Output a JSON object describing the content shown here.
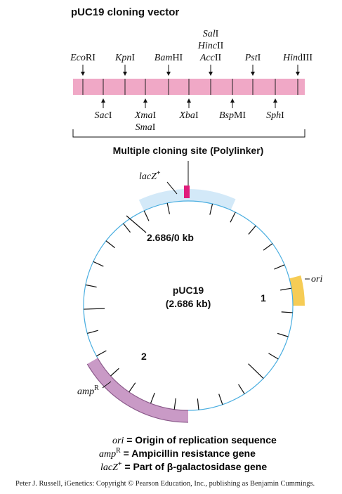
{
  "title": "pUC19 cloning vector",
  "polylinker": {
    "caption": "Multiple cloning site (Polylinker)",
    "sites_above": [
      {
        "label": [
          {
            "t": "Eco",
            "i": true
          },
          {
            "t": "RI",
            "i": false
          }
        ]
      },
      {
        "label": [
          {
            "t": "Kpn",
            "i": true
          },
          {
            "t": "I",
            "i": false
          }
        ]
      },
      {
        "label": [
          {
            "t": "Bam",
            "i": true
          },
          {
            "t": "HI",
            "i": false
          }
        ]
      },
      {
        "stack": [
          [
            {
              "t": "Sal",
              "i": true
            },
            {
              "t": "I",
              "i": false
            }
          ],
          [
            {
              "t": "Hinc",
              "i": true
            },
            {
              "t": "II",
              "i": false
            }
          ],
          [
            {
              "t": "Acc",
              "i": true
            },
            {
              "t": "II",
              "i": false
            }
          ]
        ]
      },
      {
        "label": [
          {
            "t": "Pst",
            "i": true
          },
          {
            "t": "I",
            "i": false
          }
        ]
      },
      {
        "label": [
          {
            "t": "Hin",
            "i": true
          },
          {
            "t": "dIII",
            "i": false
          }
        ]
      }
    ],
    "sites_below": [
      {
        "label": [
          {
            "t": "Sac",
            "i": true
          },
          {
            "t": "I",
            "i": false
          }
        ]
      },
      {
        "stack": [
          [
            {
              "t": "Xma",
              "i": true
            },
            {
              "t": "I",
              "i": false
            }
          ],
          [
            {
              "t": "Sma",
              "i": true
            },
            {
              "t": "I",
              "i": false
            }
          ]
        ]
      },
      {
        "label": [
          {
            "t": "Xba",
            "i": true
          },
          {
            "t": "I",
            "i": false
          }
        ]
      },
      {
        "label": [
          {
            "t": "Bsp",
            "i": true
          },
          {
            "t": "MI",
            "i": false
          }
        ]
      },
      {
        "label": [
          {
            "t": "Sph",
            "i": true
          },
          {
            "t": "I",
            "i": false
          }
        ]
      }
    ]
  },
  "plasmid": {
    "name": "pUC19",
    "size": "(2.686 kb)",
    "origin_label": "2.686/0 kb",
    "tick_1_label": "1",
    "tick_2_label": "2",
    "lacz_label": {
      "base": "lacZ",
      "sup": "+"
    },
    "ori_label": "ori",
    "amp_label": {
      "base": "amp",
      "sup": "R"
    }
  },
  "legend": [
    {
      "term": "ori",
      "sup": "",
      "definition": " = Origin of replication sequence"
    },
    {
      "term": "amp",
      "sup": "R",
      "definition": " = Ampicillin resistance gene"
    },
    {
      "term": "lacZ",
      "sup": "+",
      "definition": " = Part of β-galactosidase gene"
    }
  ],
  "credit": "Peter J. Russell, iGenetics: Copyright © Pearson Education, Inc., publishing as Benjamin Cummings.",
  "colors": {
    "polylinker_bar": "#f0a8c6",
    "ring": "#a9d5f0",
    "ring_light": "#d3e9f8",
    "ring_edge": "#4aaee0",
    "amp_segment": "#c99ac6",
    "amp_edge": "#8a5a8a",
    "ori_segment": "#f6cc55",
    "lacz_marker": "#e01c7c"
  }
}
